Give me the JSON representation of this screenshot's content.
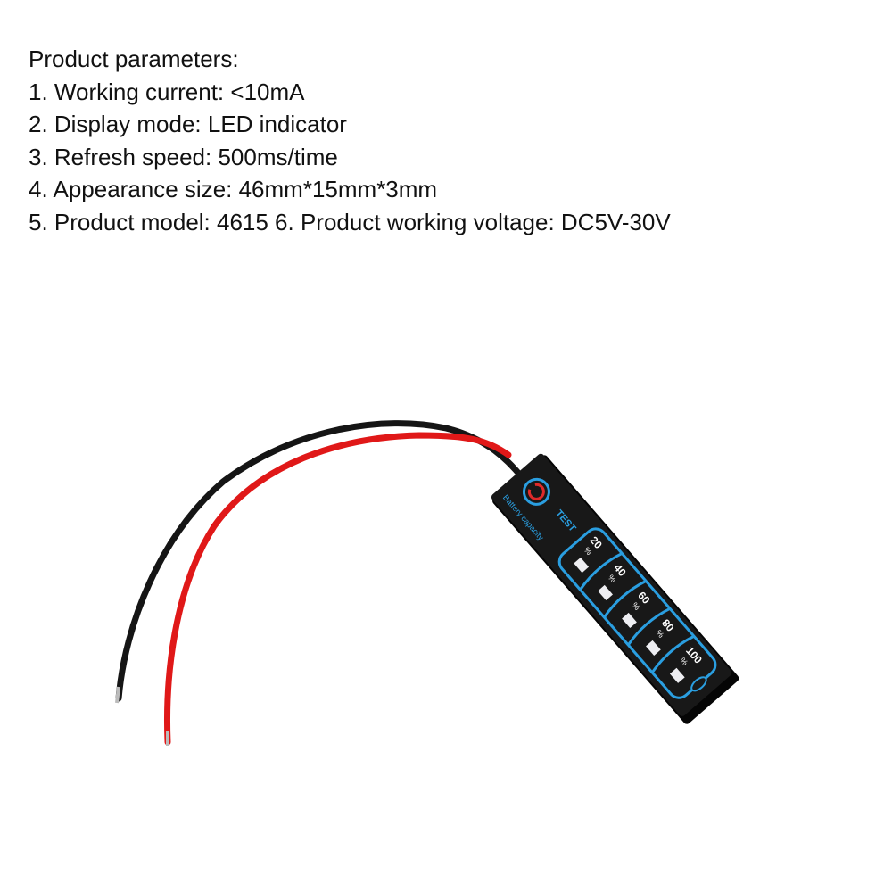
{
  "specs": {
    "title": "Product parameters:",
    "items": [
      "1. Working current: <10mA",
      "2. Display mode: LED indicator",
      "3. Refresh speed: 500ms/time",
      "4. Appearance size: 46mm*15mm*3mm",
      "5. Product model: 4615 6. Product working voltage: DC5V-30V"
    ]
  },
  "device": {
    "button_label": "TEST",
    "caption": "Battery capacity",
    "levels": [
      "20",
      "40",
      "60",
      "80",
      "100"
    ],
    "percent_sign": "%",
    "accent_color": "#2a9ee0",
    "body_color": "#141414",
    "button_ring_color": "#e02a2a"
  },
  "wires": {
    "colors": [
      "#151515",
      "#e01818"
    ]
  }
}
